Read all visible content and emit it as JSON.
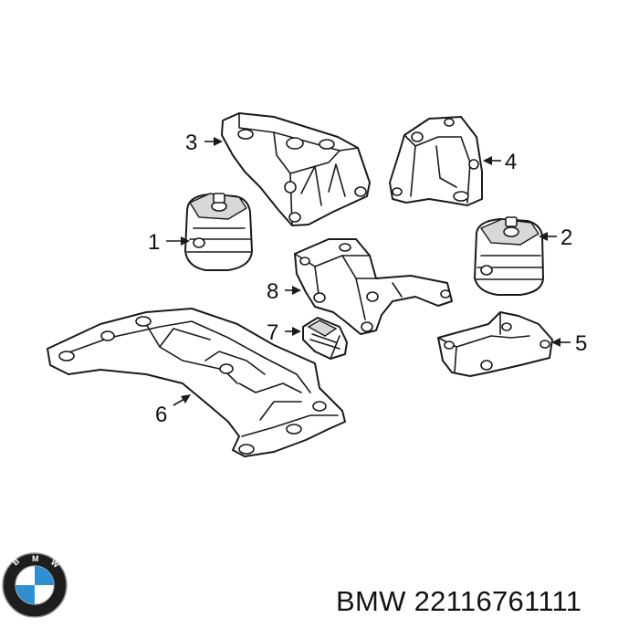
{
  "callouts": [
    {
      "id": "1",
      "label": "1"
    },
    {
      "id": "2",
      "label": "2"
    },
    {
      "id": "3",
      "label": "3"
    },
    {
      "id": "4",
      "label": "4"
    },
    {
      "id": "5",
      "label": "5"
    },
    {
      "id": "6",
      "label": "6"
    },
    {
      "id": "7",
      "label": "7"
    },
    {
      "id": "8",
      "label": "8"
    }
  ],
  "footer": {
    "brand": "BMW",
    "part_number": "22116761111"
  },
  "logo": {
    "brand_text": "BMW",
    "colors": {
      "ring": "#1e1e1e",
      "blue": "#2f8fd3",
      "white": "#ffffff"
    }
  }
}
